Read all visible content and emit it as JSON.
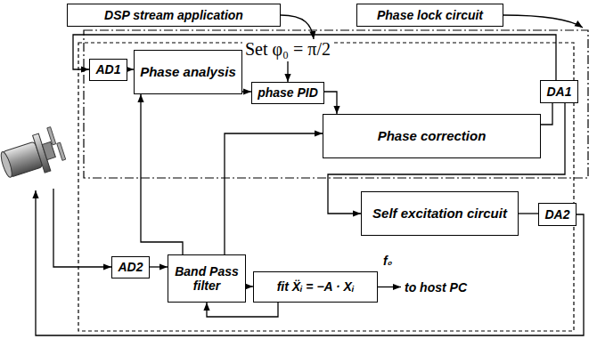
{
  "diagram": {
    "nodes": [
      {
        "text": [
          "DSP stream application"
        ]
      },
      {
        "text": [
          "Phase lock circuit"
        ]
      },
      {
        "text": [
          "AD1"
        ]
      },
      {
        "text": [
          "Phase analysis"
        ]
      },
      {
        "text": [
          "phase PID"
        ]
      },
      {
        "text": [
          "DA1"
        ]
      },
      {
        "text": [
          "Phase correction"
        ]
      },
      {
        "text": [
          "Self excitation circuit"
        ]
      },
      {
        "text": [
          "DA2"
        ]
      },
      {
        "text": [
          "AD2"
        ]
      },
      {
        "text": [
          "Band Pass filter"
        ]
      },
      {
        "text": [
          "fit Ẍᵢ = −A · Xᵢ"
        ]
      }
    ],
    "edges": [
      {
        "from": 2,
        "to": 3,
        "arrow": "to"
      },
      {
        "from": 3,
        "to": 4,
        "arrow": "to"
      },
      {
        "from": 4,
        "to": 6,
        "arrow": "to"
      },
      {
        "from": 6,
        "to": 5,
        "arrow": "none"
      },
      {
        "from": 5,
        "to": 2,
        "arrow": "to"
      },
      {
        "from": 5,
        "to": 7,
        "arrow": "to"
      },
      {
        "from": 7,
        "to": 8,
        "arrow": "none"
      },
      {
        "from": 9,
        "to": 10,
        "arrow": "to"
      },
      {
        "from": 10,
        "to": 11,
        "arrow": "to"
      },
      {
        "from": 11,
        "to": 10,
        "arrow": "to"
      },
      {
        "from": 10,
        "to": 3,
        "arrow": "to"
      },
      {
        "from": 10,
        "to": 6,
        "arrow": "to"
      }
    ],
    "labels": [
      "Set φ₀ = π/2",
      "f₀",
      "to host PC"
    ]
  }
}
